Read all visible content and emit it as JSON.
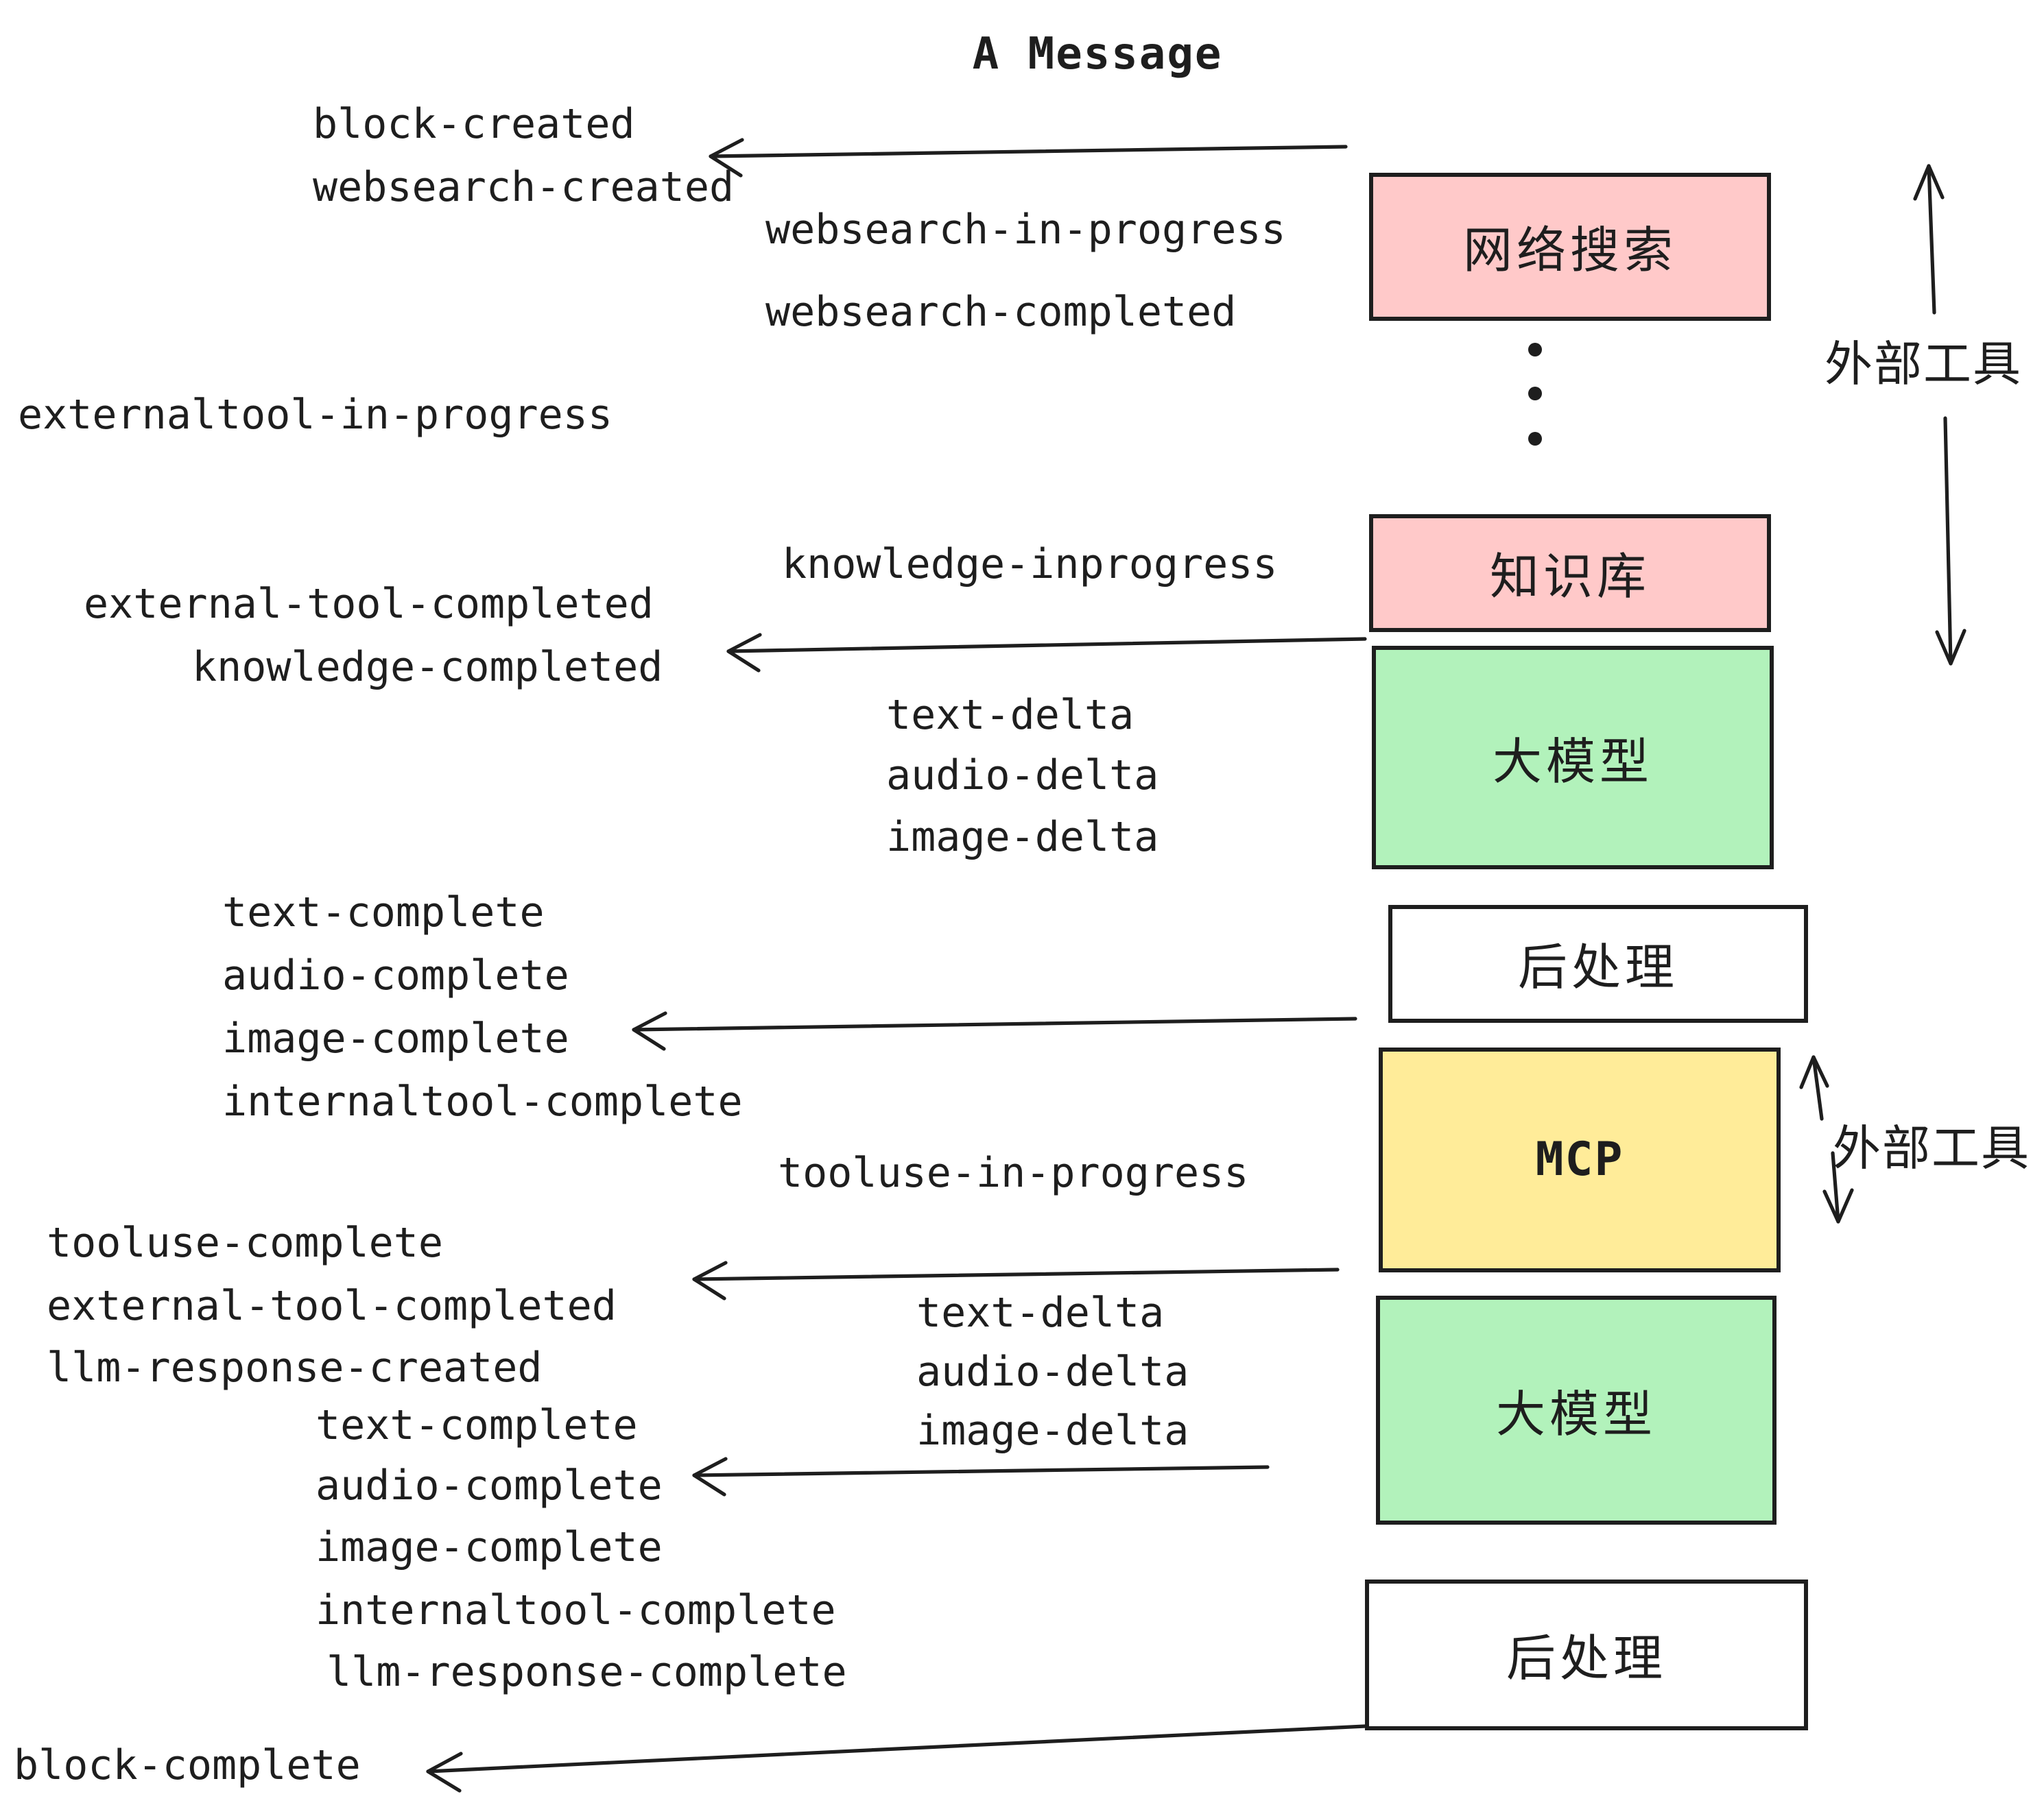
{
  "title": "A Message",
  "boxes": {
    "websearch": "网络搜索",
    "knowledge": "知识库",
    "llm1": "大模型",
    "post1": "后处理",
    "mcp": "MCP",
    "llm2": "大模型",
    "post2": "后处理"
  },
  "annotations": {
    "external_tools_top": "外部工具",
    "external_tools_mcp": "外部工具"
  },
  "events": {
    "block_created": "block-created",
    "websearch_created": "websearch-created",
    "websearch_in_progress": "websearch-in-progress",
    "websearch_completed": "websearch-completed",
    "externaltool_in_progress": "externaltool-in-progress",
    "knowledge_inprogress": "knowledge-inprogress",
    "external_tool_completed_1": "external-tool-completed",
    "knowledge_completed": "knowledge-completed",
    "text_delta_1": "text-delta",
    "audio_delta_1": "audio-delta",
    "image_delta_1": "image-delta",
    "text_complete_1": "text-complete",
    "audio_complete_1": "audio-complete",
    "image_complete_1": "image-complete",
    "internaltool_complete_1": "internaltool-complete",
    "tooluse_in_progress": "tooluse-in-progress",
    "tooluse_complete": "tooluse-complete",
    "external_tool_completed_2": "external-tool-completed",
    "llm_response_created": "llm-response-created",
    "text_delta_2": "text-delta",
    "audio_delta_2": "audio-delta",
    "image_delta_2": "image-delta",
    "text_complete_2": "text-complete",
    "audio_complete_2": "audio-complete",
    "image_complete_2": "image-complete",
    "internaltool_complete_2": "internaltool-complete",
    "llm_response_complete": "llm-response-complete",
    "block_complete": "block-complete"
  },
  "colors": {
    "pink": "#ffc9c9",
    "green": "#b2f2bb",
    "yellow": "#ffec99",
    "white": "#ffffff",
    "stroke": "#1e1e1e"
  }
}
